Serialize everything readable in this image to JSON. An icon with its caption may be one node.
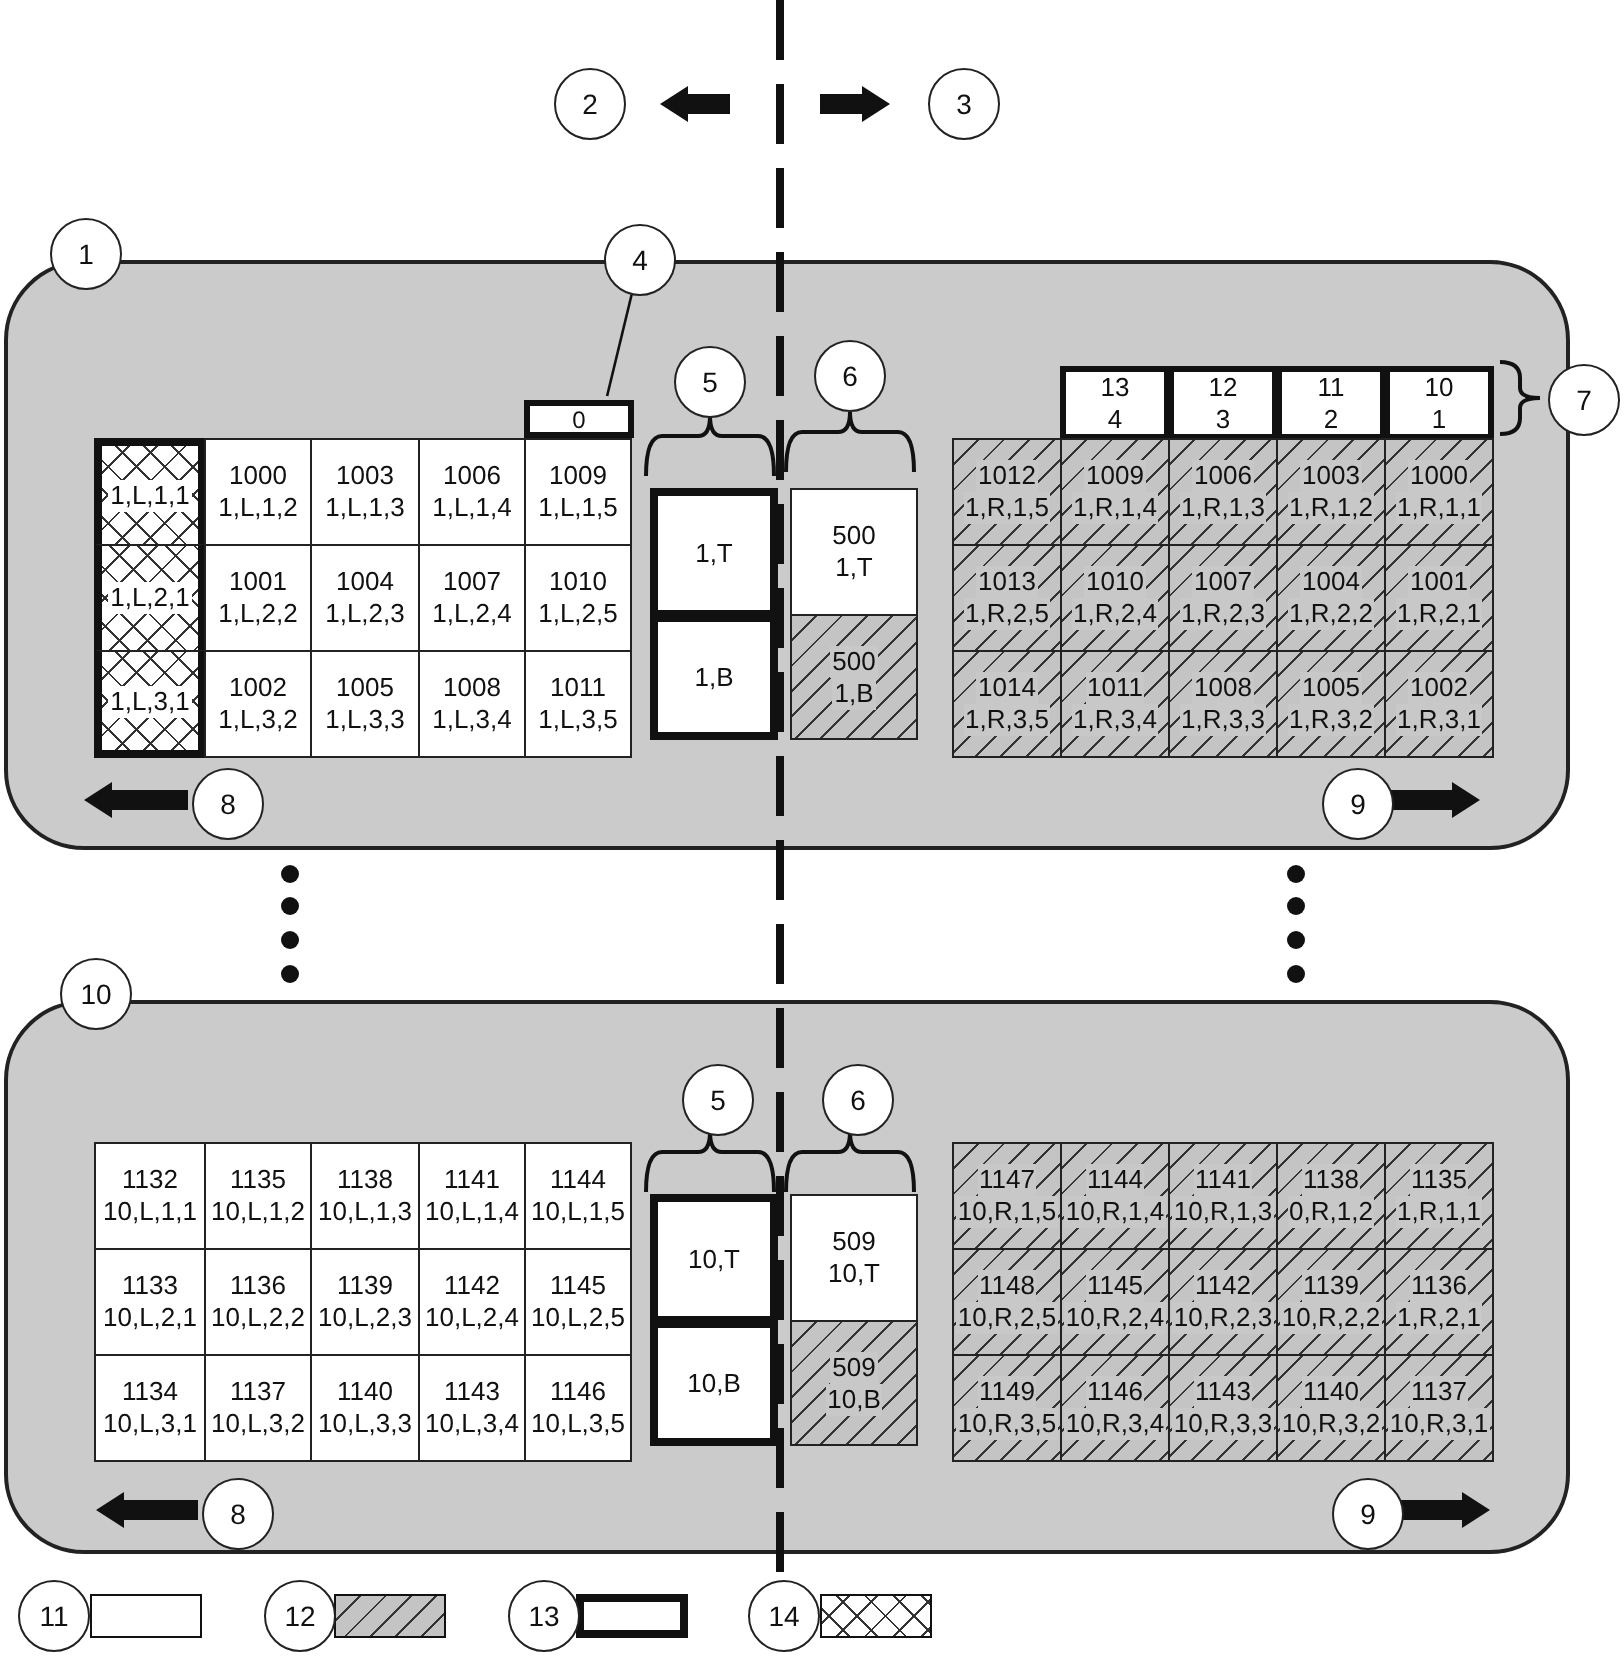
{
  "diagram": {
    "nodes": [
      {
        "text": [],
        "shape": "box"
      },
      {
        "text": [
          "4"
        ]
      },
      {
        "text": [
          "0"
        ],
        "in": 0
      },
      {
        "text": [
          "1,L,1,1"
        ],
        "in": 0
      },
      {
        "text": [
          "1000",
          "1,L,1,2"
        ],
        "in": 0
      },
      {
        "text": [
          "1003",
          "1,L,1,3"
        ],
        "in": 0
      },
      {
        "text": [
          "1006",
          "1,L,1,4"
        ],
        "in": 0
      },
      {
        "text": [
          "1009",
          "1,L,1,5"
        ],
        "in": 0
      },
      {
        "text": [
          "1,L,2,1"
        ],
        "in": 0
      },
      {
        "text": [
          "1001",
          "1,L,2,2"
        ],
        "in": 0
      },
      {
        "text": [
          "1004",
          "1,L,2,3"
        ],
        "in": 0
      },
      {
        "text": [
          "1007",
          "1,L,2,4"
        ],
        "in": 0
      },
      {
        "text": [
          "1010",
          "1,L,2,5"
        ],
        "in": 0
      },
      {
        "text": [
          "1,L,3,1"
        ],
        "in": 0
      },
      {
        "text": [
          "1002",
          "1,L,3,2"
        ],
        "in": 0
      },
      {
        "text": [
          "1005",
          "1,L,3,3"
        ],
        "in": 0
      },
      {
        "text": [
          "1008",
          "1,L,3,4"
        ],
        "in": 0
      },
      {
        "text": [
          "1011",
          "1,L,3,5"
        ],
        "in": 0
      },
      {
        "text": [
          "1,T"
        ],
        "in": 0
      },
      {
        "text": [
          "1,B"
        ],
        "in": 0
      },
      {
        "text": [
          "500",
          "1,T"
        ],
        "in": 0
      },
      {
        "text": [
          "500",
          "1,B"
        ],
        "in": 0
      },
      {
        "text": [
          "13",
          "4"
        ],
        "in": 0
      },
      {
        "text": [
          "12",
          "3"
        ],
        "in": 0
      },
      {
        "text": [
          "11",
          "2"
        ],
        "in": 0
      },
      {
        "text": [
          "10",
          "1"
        ],
        "in": 0
      },
      {
        "text": [
          "1012",
          "1,R,1,5"
        ],
        "in": 0
      },
      {
        "text": [
          "1009",
          "1,R,1,4"
        ],
        "in": 0
      },
      {
        "text": [
          "1006",
          "1,R,1,3"
        ],
        "in": 0
      },
      {
        "text": [
          "1003",
          "1,R,1,2"
        ],
        "in": 0
      },
      {
        "text": [
          "1000",
          "1,R,1,1"
        ],
        "in": 0
      },
      {
        "text": [
          "1013",
          "1,R,2,5"
        ],
        "in": 0
      },
      {
        "text": [
          "1010",
          "1,R,2,4"
        ],
        "in": 0
      },
      {
        "text": [
          "1007",
          "1,R,2,3"
        ],
        "in": 0
      },
      {
        "text": [
          "1004",
          "1,R,2,2"
        ],
        "in": 0
      },
      {
        "text": [
          "1001",
          "1,R,2,1"
        ],
        "in": 0
      },
      {
        "text": [
          "1014",
          "1,R,3,5"
        ],
        "in": 0
      },
      {
        "text": [
          "1011",
          "1,R,3,4"
        ],
        "in": 0
      },
      {
        "text": [
          "1008",
          "1,R,3,3"
        ],
        "in": 0
      },
      {
        "text": [
          "1005",
          "1,R,3,2"
        ],
        "in": 0
      },
      {
        "text": [
          "1002",
          "1,R,3,1"
        ],
        "in": 0
      },
      {
        "text": [],
        "shape": "box"
      },
      {
        "text": [
          "1132",
          "10,L,1,1"
        ],
        "in": 41
      },
      {
        "text": [
          "1135",
          "10,L,1,2"
        ],
        "in": 41
      },
      {
        "text": [
          "1138",
          "10,L,1,3"
        ],
        "in": 41
      },
      {
        "text": [
          "1141",
          "10,L,1,4"
        ],
        "in": 41
      },
      {
        "text": [
          "1144",
          "10,L,1,5"
        ],
        "in": 41
      },
      {
        "text": [
          "1133",
          "10,L,2,1"
        ],
        "in": 41
      },
      {
        "text": [
          "1136",
          "10,L,2,2"
        ],
        "in": 41
      },
      {
        "text": [
          "1139",
          "10,L,2,3"
        ],
        "in": 41
      },
      {
        "text": [
          "1142",
          "10,L,2,4"
        ],
        "in": 41
      },
      {
        "text": [
          "1145",
          "10,L,2,5"
        ],
        "in": 41
      },
      {
        "text": [
          "1134",
          "10,L,3,1"
        ],
        "in": 41
      },
      {
        "text": [
          "1137",
          "10,L,3,2"
        ],
        "in": 41
      },
      {
        "text": [
          "1140",
          "10,L,3,3"
        ],
        "in": 41
      },
      {
        "text": [
          "1143",
          "10,L,3,4"
        ],
        "in": 41
      },
      {
        "text": [
          "1146",
          "10,L,3,5"
        ],
        "in": 41
      },
      {
        "text": [
          "10,T"
        ],
        "in": 41
      },
      {
        "text": [
          "10,B"
        ],
        "in": 41
      },
      {
        "text": [
          "509",
          "10,T"
        ],
        "in": 41
      },
      {
        "text": [
          "509",
          "10,B"
        ],
        "in": 41
      },
      {
        "text": [
          "1147",
          "10,R,1,5"
        ],
        "in": 41
      },
      {
        "text": [
          "1144",
          "10,R,1,4"
        ],
        "in": 41
      },
      {
        "text": [
          "1141",
          "10,R,1,3"
        ],
        "in": 41
      },
      {
        "text": [
          "1138",
          "0,R,1,2"
        ],
        "in": 41
      },
      {
        "text": [
          "1135",
          "1,R,1,1"
        ],
        "in": 41
      },
      {
        "text": [
          "1148",
          "10,R,2,5"
        ],
        "in": 41
      },
      {
        "text": [
          "1145",
          "10,R,2,4"
        ],
        "in": 41
      },
      {
        "text": [
          "1142",
          "10,R,2,3"
        ],
        "in": 41
      },
      {
        "text": [
          "1139",
          "10,R,2,2"
        ],
        "in": 41
      },
      {
        "text": [
          "1136",
          "1,R,2,1"
        ],
        "in": 41
      },
      {
        "text": [
          "1149",
          "10,R,3,5"
        ],
        "in": 41
      },
      {
        "text": [
          "1146",
          "10,R,3,4"
        ],
        "in": 41
      },
      {
        "text": [
          "1143",
          "10,R,3,3"
        ],
        "in": 41
      },
      {
        "text": [
          "1140",
          "10,R,3,2"
        ],
        "in": 41
      },
      {
        "text": [
          "1137",
          "10,R,3,1"
        ],
        "in": 41
      },
      {
        "text": [
          "1"
        ]
      },
      {
        "text": [
          "10"
        ]
      },
      {
        "text": [
          "2"
        ]
      },
      {
        "text": [
          "3"
        ]
      },
      {
        "text": [
          "5"
        ],
        "in": 0
      },
      {
        "text": [
          "6"
        ],
        "in": 0
      },
      {
        "text": [
          "7"
        ]
      },
      {
        "text": [
          "8"
        ],
        "in": 0
      },
      {
        "text": [
          "9"
        ],
        "in": 0
      },
      {
        "text": [
          "5"
        ],
        "in": 41
      },
      {
        "text": [
          "6"
        ],
        "in": 41
      },
      {
        "text": [
          "8"
        ],
        "in": 41
      },
      {
        "text": [
          "9"
        ],
        "in": 41
      },
      {
        "text": [
          "11"
        ]
      },
      {
        "text": [],
        "shape": "box"
      },
      {
        "text": [
          "12"
        ]
      },
      {
        "text": [],
        "shape": "box"
      },
      {
        "text": [
          "13"
        ]
      },
      {
        "text": [],
        "shape": "box"
      },
      {
        "text": [
          "14"
        ]
      },
      {
        "text": [],
        "shape": "box"
      }
    ],
    "edges": [
      {
        "from": 1,
        "to": 2,
        "arrow": "none"
      },
      {
        "from": 83,
        "to": null,
        "arrow": "to"
      },
      {
        "from": 84,
        "to": null,
        "arrow": "to"
      },
      {
        "from": 87,
        "to": null,
        "arrow": "to"
      },
      {
        "from": 88,
        "to": null,
        "arrow": "to"
      }
    ]
  }
}
